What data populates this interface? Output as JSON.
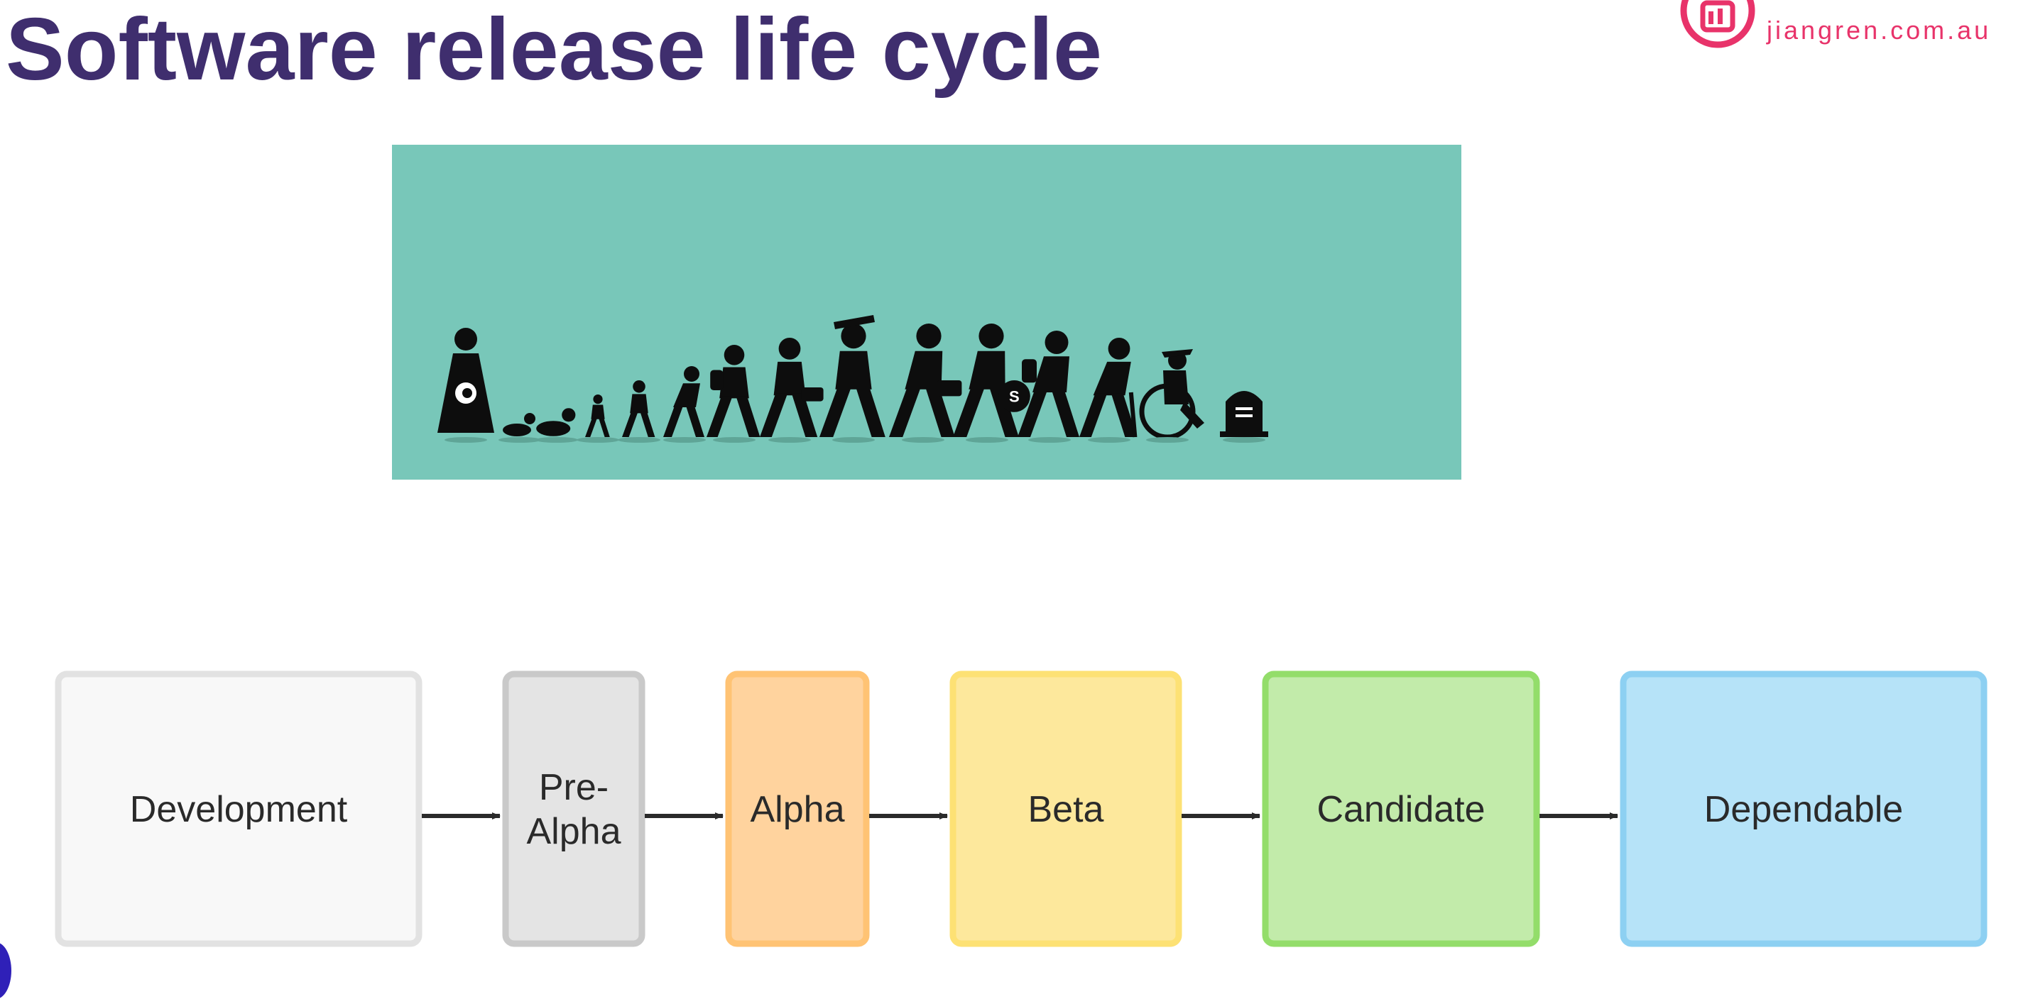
{
  "title": "Software release life cycle",
  "logo": {
    "text": "jiangren.com.au",
    "color": "#e8336a",
    "icon": "jiangren-logo-icon"
  },
  "hero_image": {
    "background": "#78c7b9",
    "stages": [
      "pregnant-woman-icon",
      "crawling-baby-icon",
      "crawling-baby-icon",
      "toddler-icon",
      "child-walking-icon",
      "child-running-icon",
      "student-backpack-icon",
      "worker-briefcase-icon",
      "graduate-icon",
      "businessman-briefcase-icon",
      "businessman-moneybag-icon",
      "older-man-icon",
      "elderly-cane-icon",
      "wheelchair-icon",
      "tombstone-icon"
    ]
  },
  "diagram": {
    "stages": [
      {
        "label": "Development",
        "lines": [
          "Development"
        ],
        "fill": "#f8f8f8",
        "stroke": "#e2e2e2"
      },
      {
        "label": "Pre-Alpha",
        "lines": [
          "Pre-",
          "Alpha"
        ],
        "fill": "#e4e4e4",
        "stroke": "#c9c9c9"
      },
      {
        "label": "Alpha",
        "lines": [
          "Alpha"
        ],
        "fill": "#ffd39e",
        "stroke": "#ffc374"
      },
      {
        "label": "Beta",
        "lines": [
          "Beta"
        ],
        "fill": "#fde89c",
        "stroke": "#fde174"
      },
      {
        "label": "Candidate",
        "lines": [
          "Candidate"
        ],
        "fill": "#c2ebaa",
        "stroke": "#93dd6a"
      },
      {
        "label": "Dependable",
        "lines": [
          "Dependable"
        ],
        "fill": "#b6e3f8",
        "stroke": "#8dd0f2"
      }
    ],
    "arrow_color": "#2a2a2a"
  }
}
